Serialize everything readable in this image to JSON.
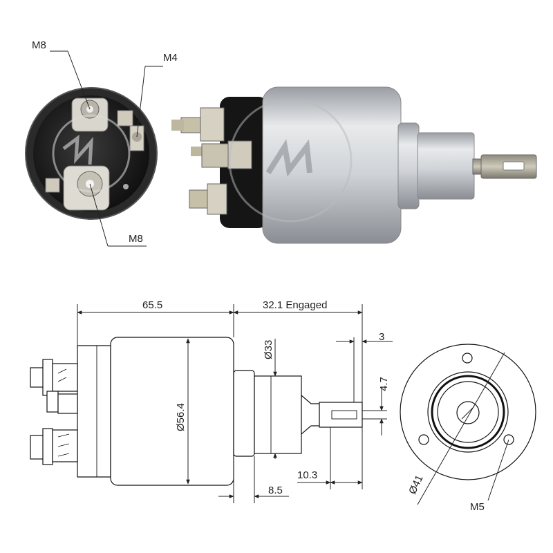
{
  "photo": {
    "end_labels": {
      "terminal_top": "M8",
      "terminal_small": "M4",
      "terminal_bottom": "M8"
    }
  },
  "drawing": {
    "length_body": "65.5",
    "length_engaged": "32.1 Engaged",
    "diameter_body": "Ø56.4",
    "diameter_plunger": "Ø33",
    "tab_offset": "3",
    "tab_width": "4.7",
    "tab_length": "10.3",
    "collar_length": "8.5",
    "bolt_circle": "Ø41",
    "mount_thread": "M5"
  },
  "colors": {
    "housing_dark": "#1a1a1a",
    "silver": "#c9ccd0",
    "brass": "#b9a46a",
    "line": "#111111"
  }
}
